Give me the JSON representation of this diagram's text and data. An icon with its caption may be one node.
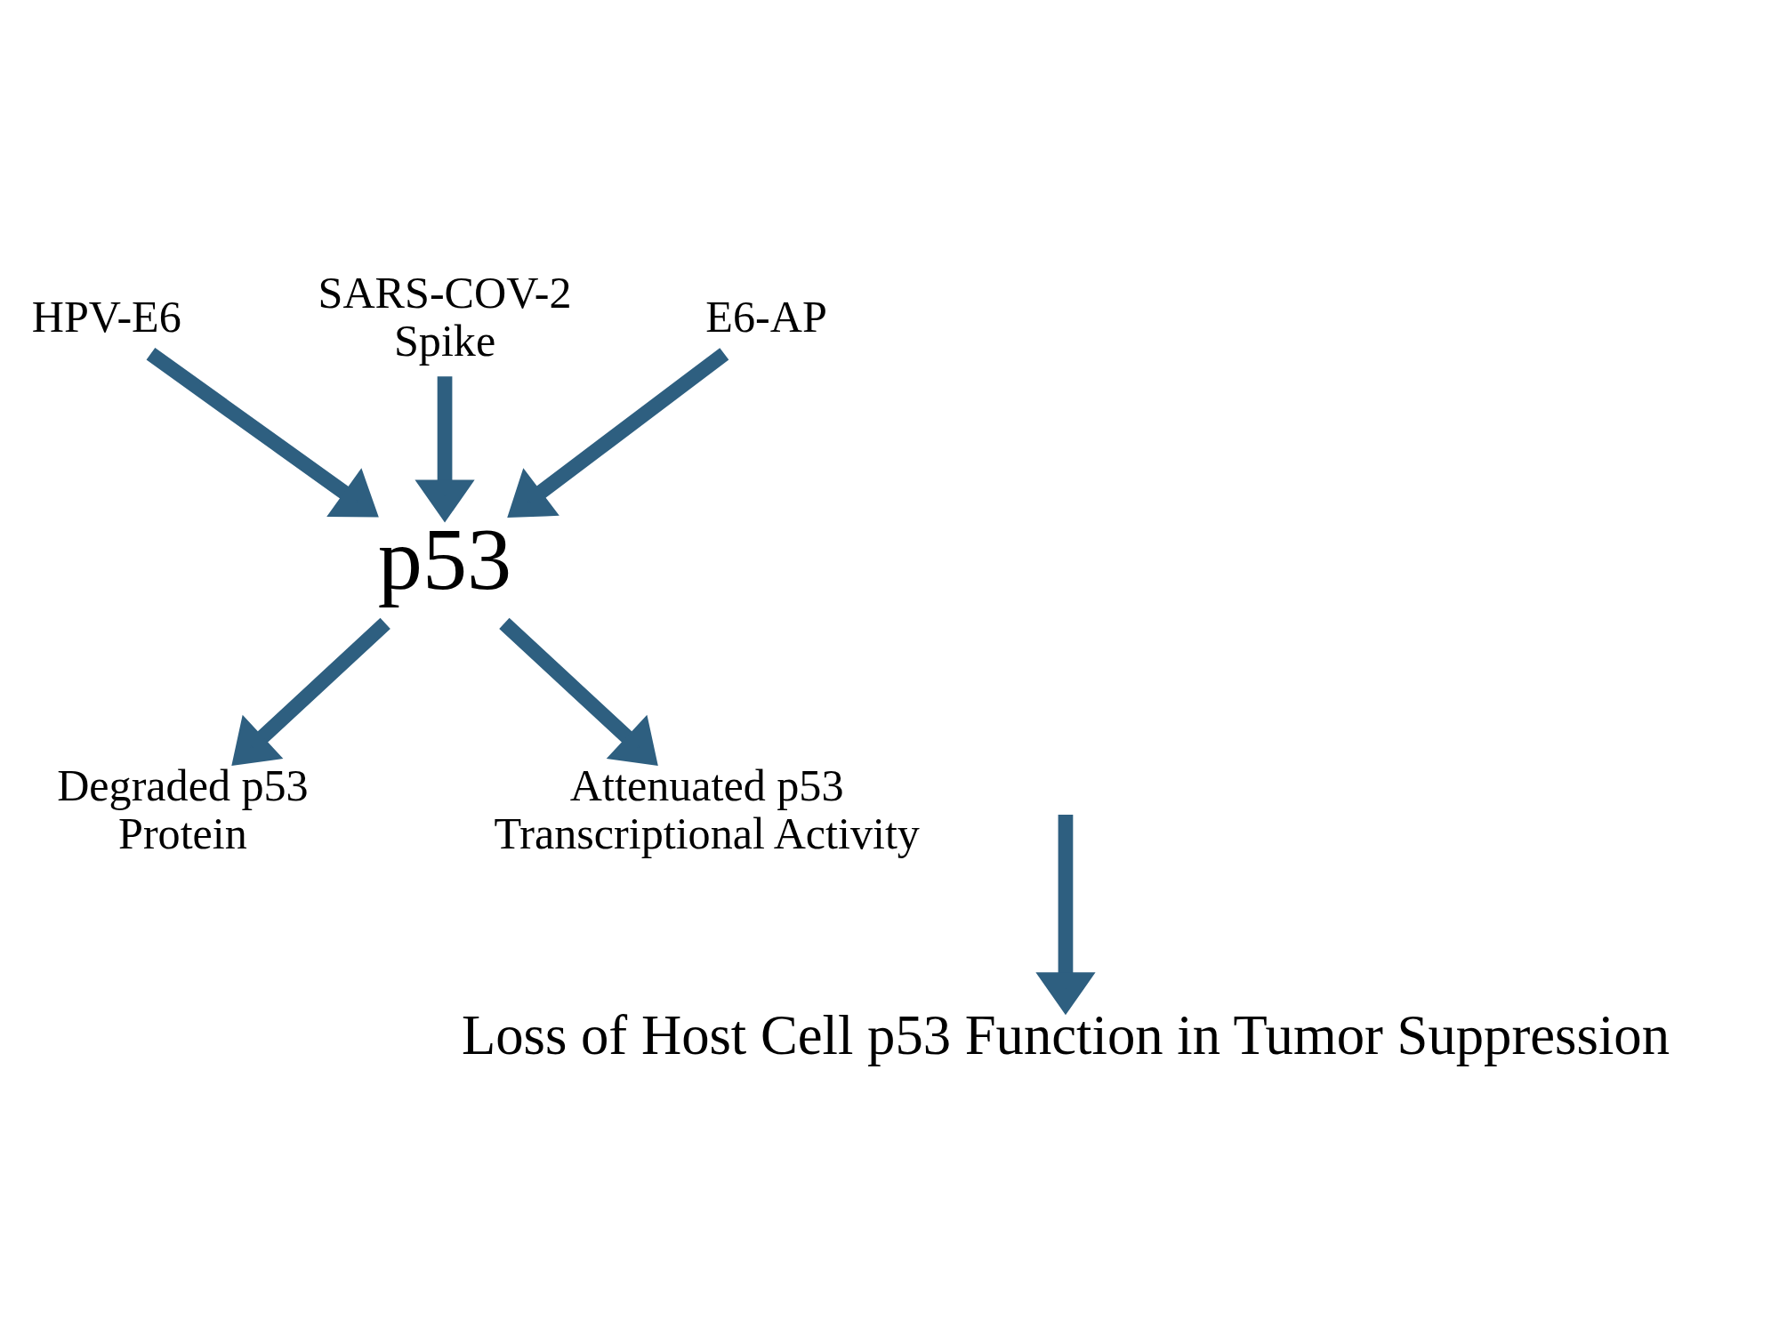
{
  "diagram": {
    "nodes": [
      {
        "text": [
          "HPV-E6"
        ]
      },
      {
        "text": [
          "SARS-COV-2 Spike"
        ]
      },
      {
        "text": [
          "E6-AP"
        ]
      },
      {
        "text": [
          "p53"
        ]
      },
      {
        "text": [
          "Degraded p53 Protein"
        ]
      },
      {
        "text": [
          "Attenuated p53 Transcriptional Activity"
        ]
      },
      {
        "text": [
          "Loss of Host Cell p53 Function in Tumor Suppression"
        ]
      }
    ],
    "edges": [
      {
        "from": 0,
        "to": 3,
        "arrow": "to"
      },
      {
        "from": 2,
        "to": 3,
        "arrow": "to"
      },
      {
        "from": 1,
        "to": 3,
        "arrow": "to"
      },
      {
        "from": 3,
        "to": 4,
        "arrow": "to"
      },
      {
        "from": 3,
        "to": 5,
        "arrow": "to"
      },
      {
        "from": null,
        "to": 6,
        "arrow": "to"
      }
    ]
  }
}
